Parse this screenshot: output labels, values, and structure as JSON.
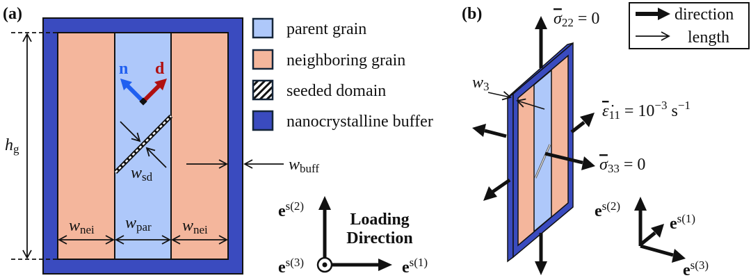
{
  "panel_a": {
    "label": "(a)",
    "height_label": {
      "main": "h",
      "sub": "g"
    },
    "widths": [
      {
        "main": "w",
        "sub": "nei"
      },
      {
        "main": "w",
        "sub": "par"
      },
      {
        "main": "w",
        "sub": "nei"
      }
    ],
    "seeded_width": {
      "main": "w",
      "sub": "sd"
    },
    "buffer_width": {
      "main": "w",
      "sub": "buff"
    },
    "normal_vector": "n",
    "direction_vector": "d",
    "axes": {
      "e1": {
        "main": "e",
        "sup": "s(1)"
      },
      "e2": {
        "main": "e",
        "sup": "s(2)"
      },
      "e3": {
        "main": "e",
        "sup": "s(3)"
      }
    },
    "loading_direction": [
      "Loading",
      "Direction"
    ]
  },
  "legend_materials": [
    {
      "label": "parent grain",
      "color": "#aec8fa"
    },
    {
      "label": "neighboring grain",
      "color": "#f4b69c"
    },
    {
      "label": "seeded domain",
      "pattern": "hatch"
    },
    {
      "label": "nanocrystalline buffer",
      "color": "#3a4bbf"
    }
  ],
  "panel_b": {
    "label": "(b)",
    "thickness_label": {
      "main": "w",
      "sub": "3"
    },
    "bc_sigma22": {
      "sym": "σ",
      "sub": "22",
      "rhs": " = 0"
    },
    "bc_eps11": {
      "sym": "ε̇",
      "sub": "11",
      "rhs": " = 10",
      "exp": "−3",
      "unit": " s",
      "unit_exp": "−1"
    },
    "bc_sigma33": {
      "sym": "σ",
      "sub": "33",
      "rhs": " = 0"
    },
    "axes": {
      "e1": {
        "main": "e",
        "sup": "s(1)"
      },
      "e2": {
        "main": "e",
        "sup": "s(2)"
      },
      "e3": {
        "main": "e",
        "sup": "s(3)"
      }
    }
  },
  "arrow_legend": [
    {
      "label": "direction",
      "style": "thick"
    },
    {
      "label": "length",
      "style": "thin"
    }
  ],
  "colors": {
    "parent": "#aec8fa",
    "neighbor": "#f4b69c",
    "buffer": "#3a4bbf",
    "n_vector": "#1f5ff0",
    "d_vector": "#b01010"
  }
}
